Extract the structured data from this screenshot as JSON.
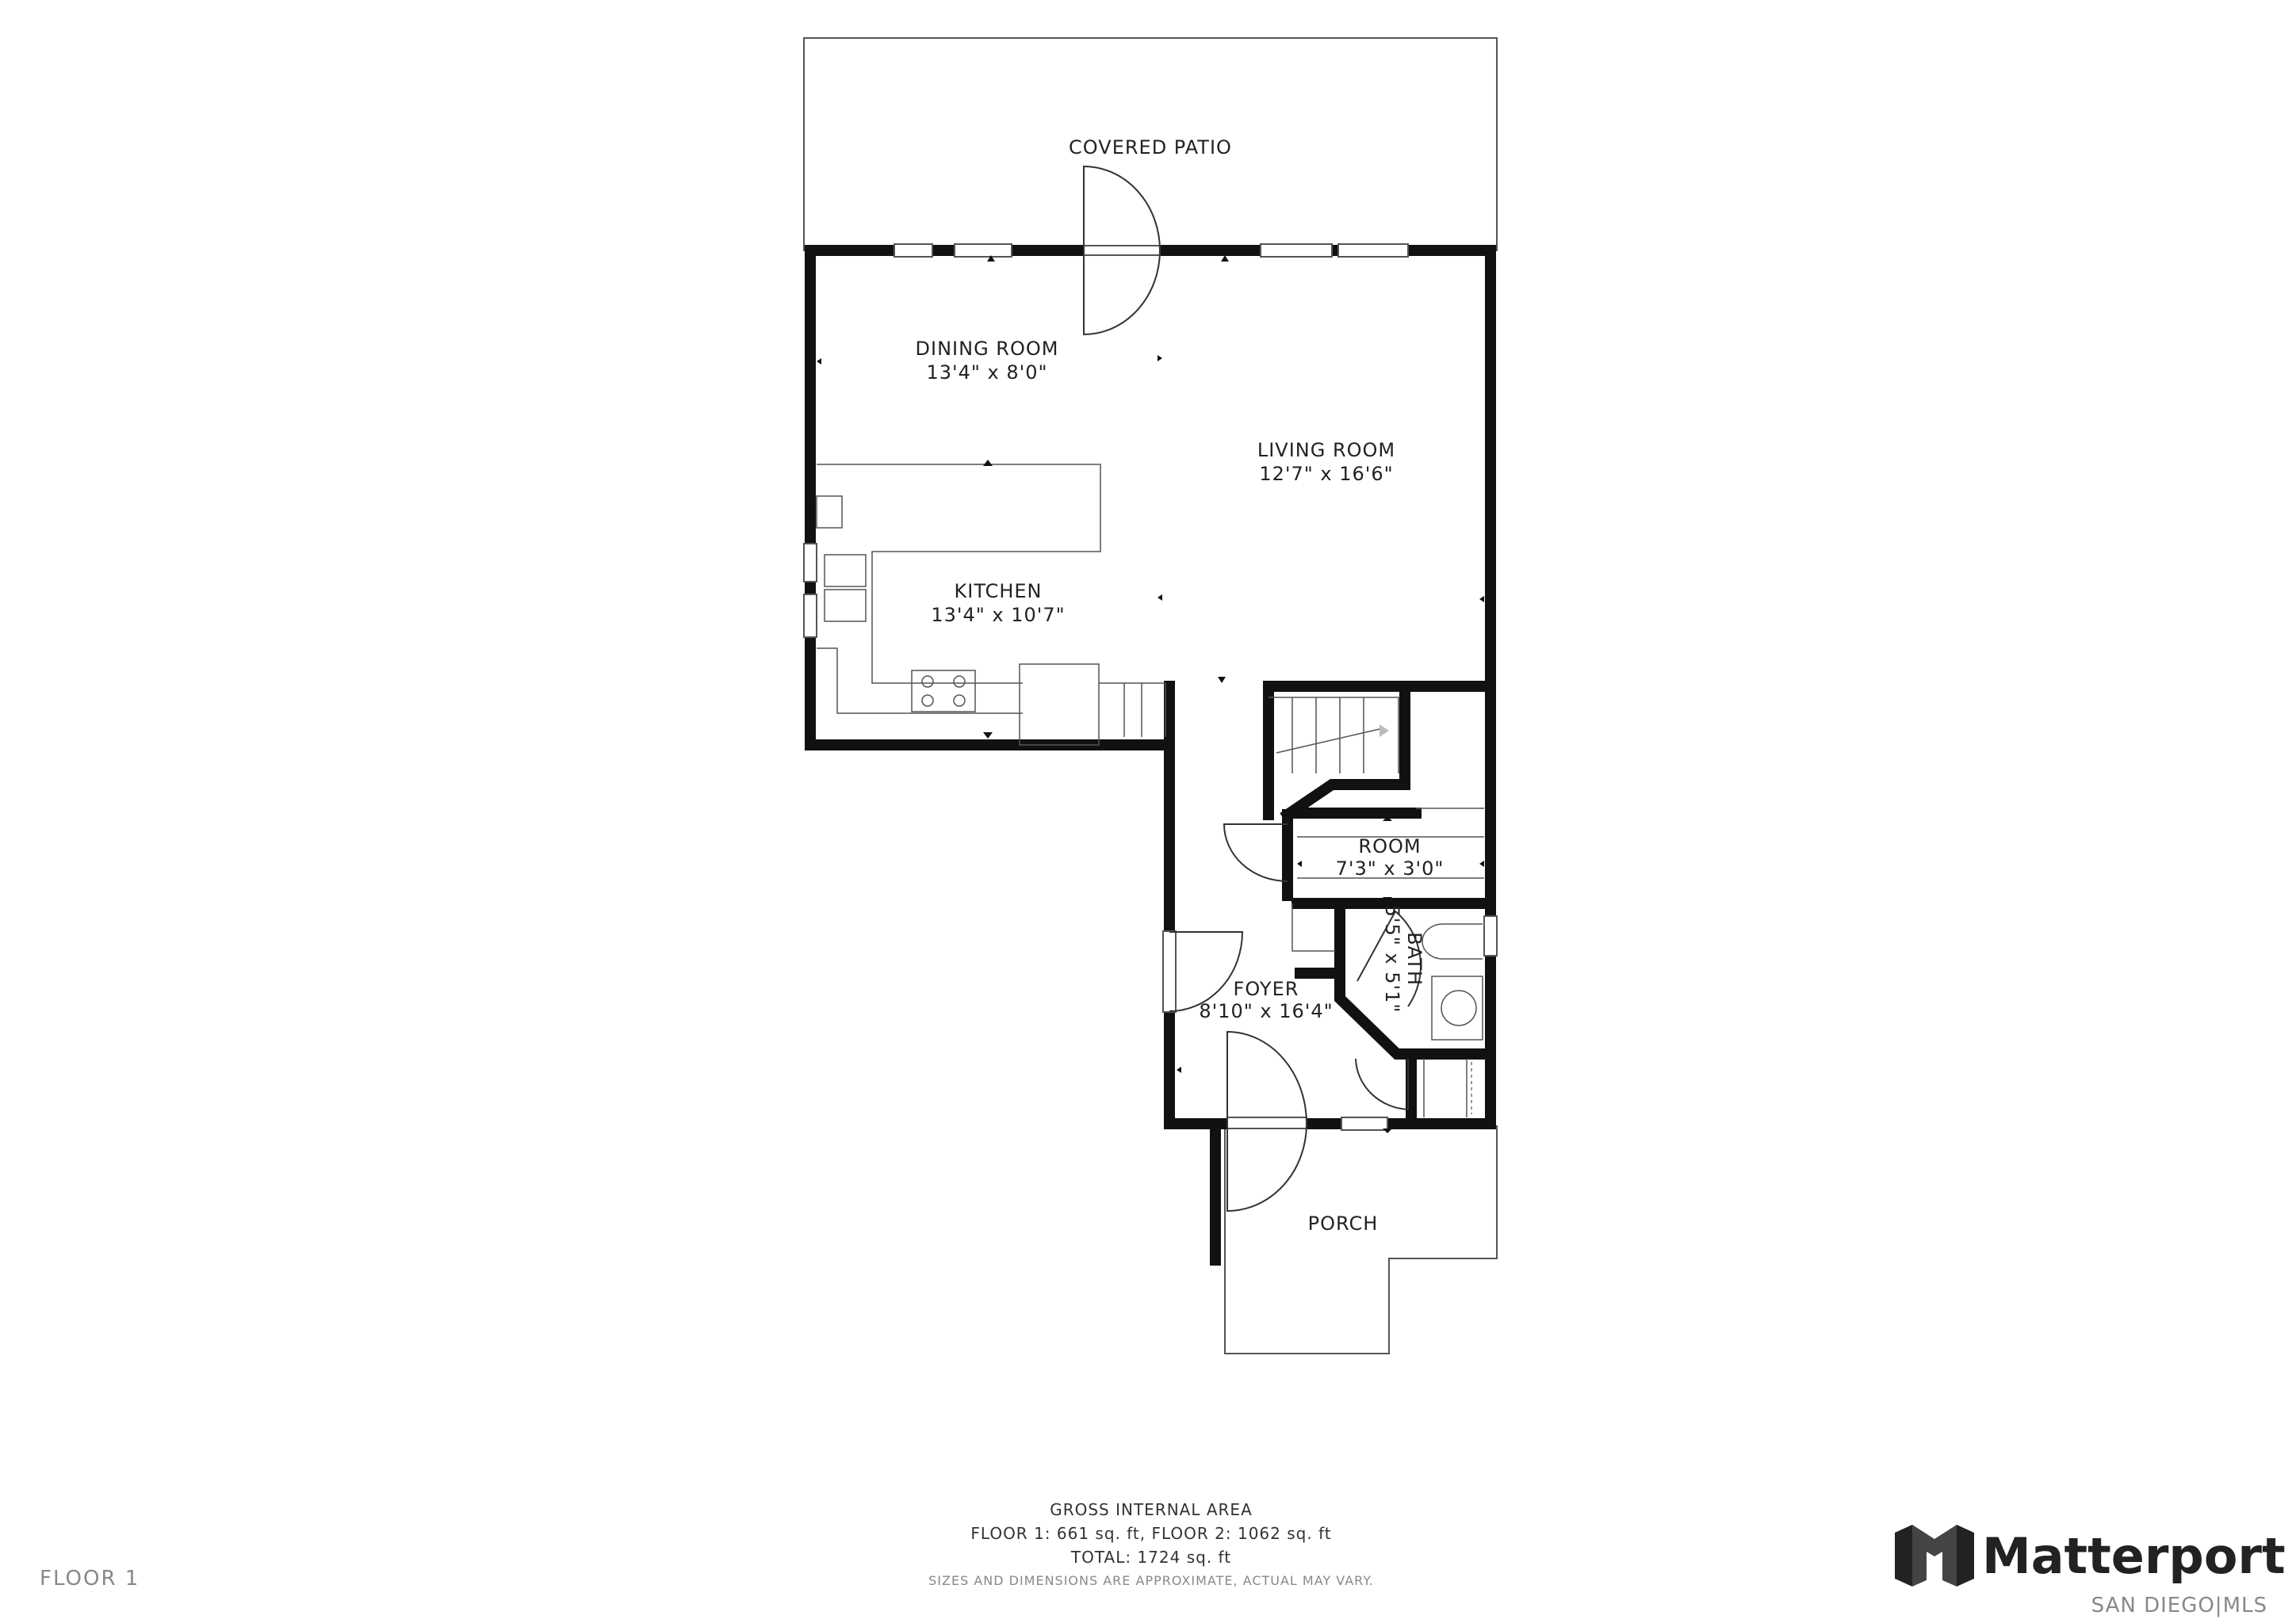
{
  "rooms": {
    "covered_patio": {
      "name": "COVERED PATIO"
    },
    "dining_room": {
      "name": "DINING ROOM",
      "dims": "13'4\" x 8'0\""
    },
    "living_room": {
      "name": "LIVING ROOM",
      "dims": "12'7\" x 16'6\""
    },
    "kitchen": {
      "name": "KITCHEN",
      "dims": "13'4\" x 10'7\""
    },
    "room": {
      "name": "ROOM",
      "dims": "7'3\" x 3'0\""
    },
    "bath": {
      "name": "BATH",
      "dims": "5'5\" x 5'1\""
    },
    "foyer": {
      "name": "FOYER",
      "dims": "8'10\" x 16'4\""
    },
    "porch": {
      "name": "PORCH"
    }
  },
  "footer": {
    "heading": "GROSS INTERNAL AREA",
    "floors_line": "FLOOR 1: 661 sq. ft, FLOOR 2: 1062 sq. ft",
    "total_line": "TOTAL: 1724 sq. ft",
    "disclaimer": "SIZES AND DIMENSIONS ARE APPROXIMATE, ACTUAL MAY VARY."
  },
  "floor_label": "FLOOR 1",
  "brand": {
    "name": "Matterport",
    "sub": "SAN DIEGO|MLS",
    "logo_icon": "matterport-logo-icon",
    "color": "#222222"
  }
}
